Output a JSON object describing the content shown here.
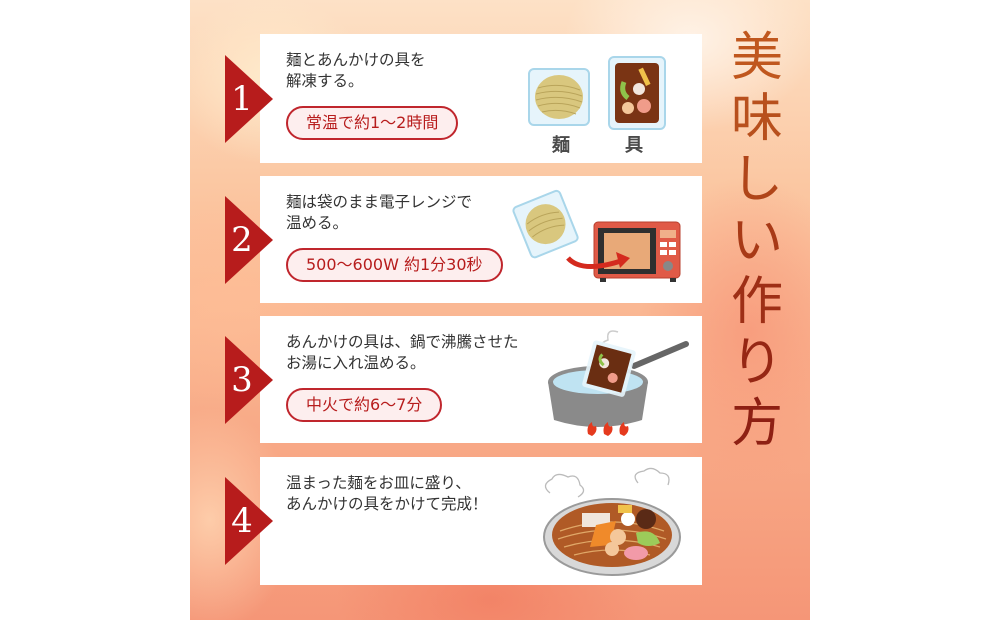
{
  "title": {
    "text": "美味しい作り方",
    "chars": [
      "美",
      "味",
      "し",
      "い",
      "作",
      "り",
      "方"
    ],
    "colors": [
      "#c0571e",
      "#b8501d",
      "#b04519",
      "#a83a17",
      "#9e2f16",
      "#962714",
      "#8e2013"
    ]
  },
  "steps": [
    {
      "number": "1",
      "description": "麺とあんかけの具を\n解凍する。",
      "time": "常温で約1～2時間",
      "illustration": "frozen-noodle-and-topping-packs",
      "labels": [
        "麺",
        "具"
      ]
    },
    {
      "number": "2",
      "description": "麺は袋のまま電子レンジで\n温める。",
      "time": "500～600W 約1分30秒",
      "illustration": "microwave-heating"
    },
    {
      "number": "3",
      "description": "あんかけの具は、鍋で沸騰させた\nお湯に入れ温める。",
      "time": "中火で約6～7分",
      "illustration": "pot-boiling"
    },
    {
      "number": "4",
      "description": "温まった麺をお皿に盛り、\nあんかけの具をかけて完成！",
      "illustration": "finished-ankake-noodles"
    }
  ],
  "colors": {
    "accent": "#b71c1c",
    "pill_border": "#c0262d",
    "pill_bg": "#fdeeee",
    "text": "#333333"
  }
}
